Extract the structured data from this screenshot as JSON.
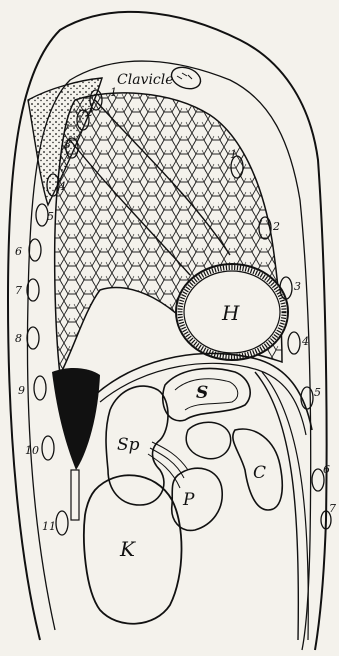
{
  "labels": {
    "clavicle": "Clavicle",
    "heart": "H",
    "stomach": "S",
    "spleen": "Sp",
    "colon": "C",
    "pancreas": "P",
    "kidney": "K"
  },
  "ribs_anterior": [
    "1",
    "2",
    "3",
    "4",
    "5",
    "6",
    "7"
  ],
  "ribs_posterior": [
    "1",
    "2",
    "3",
    "4",
    "5",
    "6",
    "7",
    "8",
    "9",
    "10",
    "11"
  ],
  "colors": {
    "ink": "#111111",
    "paper": "#f4f2ec"
  }
}
